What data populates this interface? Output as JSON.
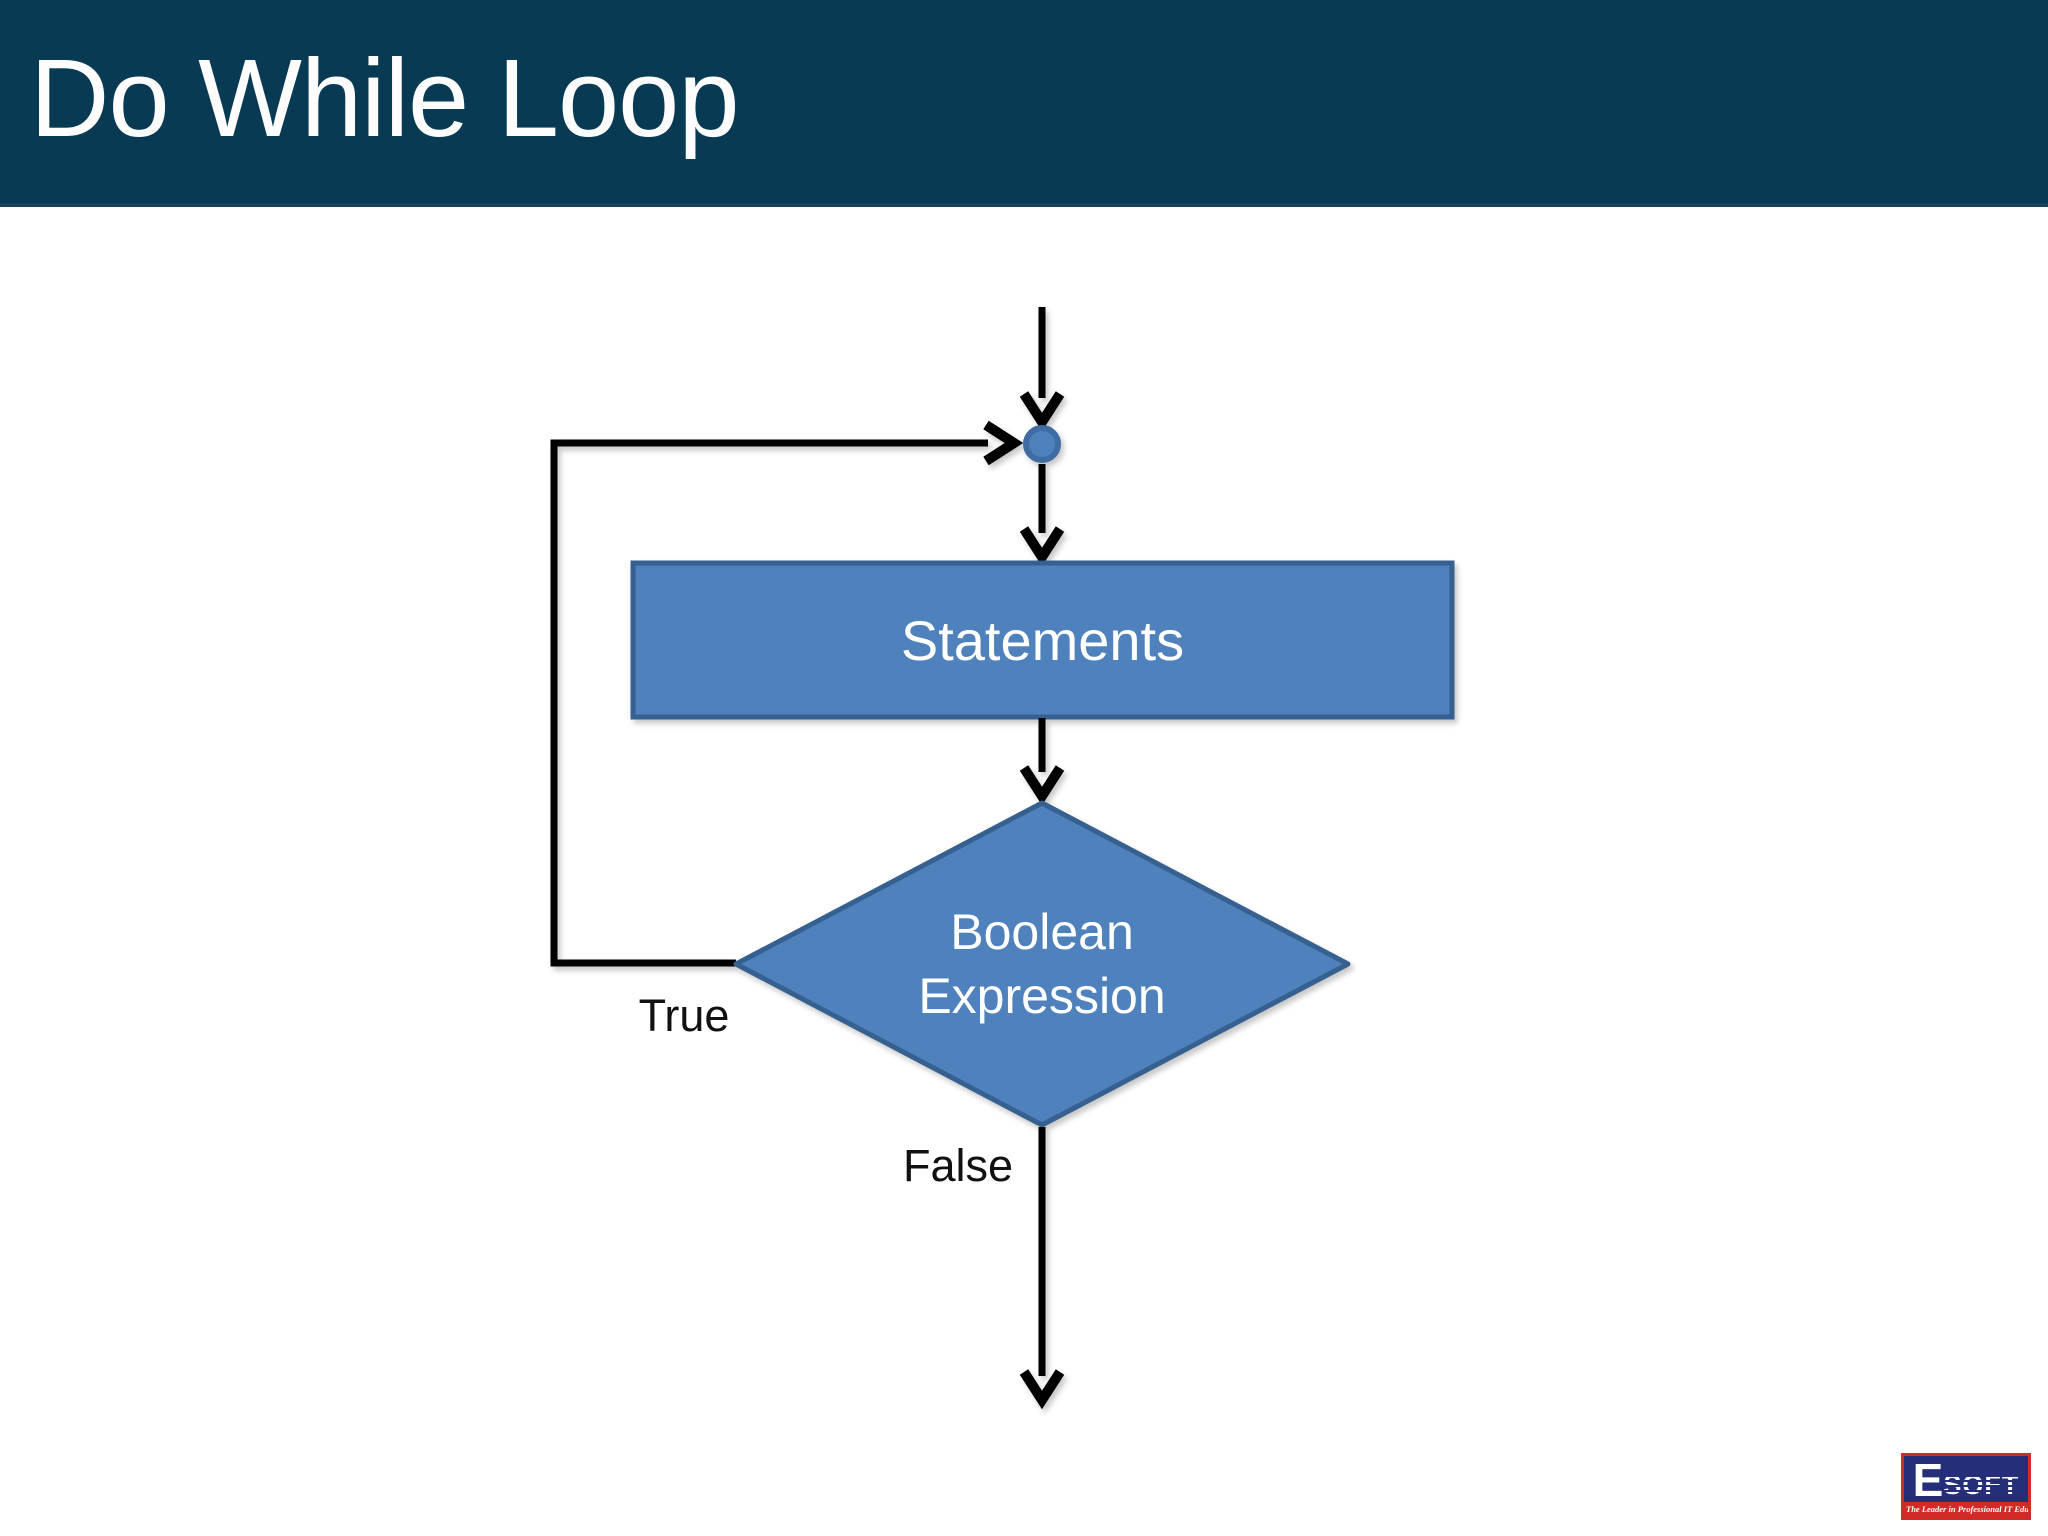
{
  "slide": {
    "title": "Do While Loop"
  },
  "colors": {
    "header_bg": "#083a54",
    "body_bg": "#ffffff",
    "node_fill": "#4f81bd",
    "node_border": "#36608f",
    "connector_border": "#3e6ca3",
    "edge_line": "#000000",
    "edge_label_text": "#111111",
    "node_label_text": "#ffffff",
    "logo_navy": "#252e78",
    "logo_red": "#d22a26"
  },
  "flowchart": {
    "type": "flowchart",
    "nodes": [
      {
        "id": "loop-entry",
        "shape": "connector-circle",
        "label": ""
      },
      {
        "id": "statements",
        "shape": "process-rectangle",
        "label": "Statements"
      },
      {
        "id": "boolean-expression",
        "shape": "decision-diamond",
        "label": "Boolean Expression",
        "lines": [
          "Boolean",
          "Expression"
        ]
      }
    ],
    "edges": [
      {
        "from": "start",
        "to": "loop-entry",
        "label": "",
        "direction": "down"
      },
      {
        "from": "loop-entry",
        "to": "statements",
        "label": "",
        "direction": "down"
      },
      {
        "from": "statements",
        "to": "boolean-expression",
        "label": "",
        "direction": "down"
      },
      {
        "from": "boolean-expression",
        "to": "loop-entry",
        "label": "True",
        "direction": "left-up-right loop back"
      },
      {
        "from": "boolean-expression",
        "to": "exit",
        "label": "False",
        "direction": "down"
      }
    ]
  },
  "logo": {
    "initial": "E",
    "rest": "SOFT",
    "tagline": "The Leader in Professional IT Education"
  }
}
